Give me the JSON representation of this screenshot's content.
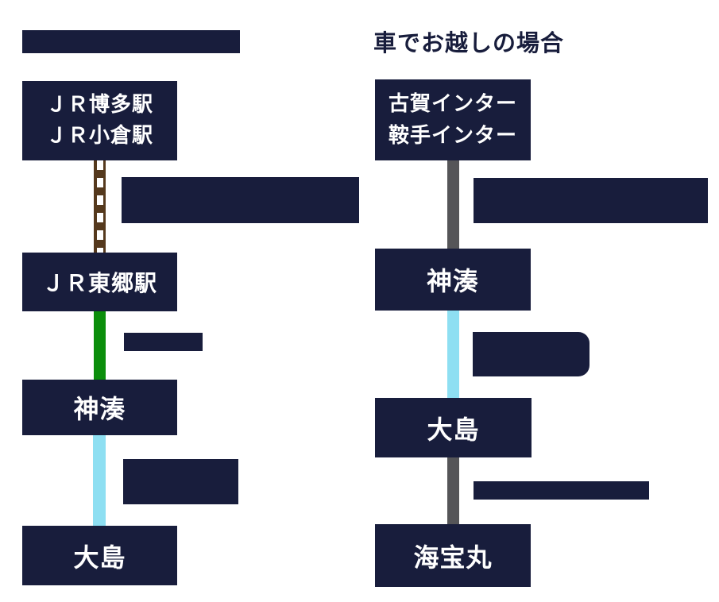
{
  "diagram": {
    "left": {
      "nodes": {
        "origin": "ＪＲ博多駅\nＪＲ小倉駅",
        "togo": "ＪＲ東郷駅",
        "konominato": "神湊",
        "oshima": "大島"
      }
    },
    "right": {
      "header_label": "車でお越しの場合",
      "nodes": {
        "interchange": "古賀インター\n鞍手インター",
        "konominato": "神湊",
        "oshima": "大島",
        "kaihomaru": "海宝丸"
      }
    },
    "colors": {
      "node_box": "#181d3c",
      "label_bar": "#181d3c",
      "rail_line": "#55391d",
      "rail_dash": "#ffffff",
      "bus_line": "#0b8e0b",
      "ferry_line": "#8edff2",
      "road_line": "#555558"
    }
  }
}
